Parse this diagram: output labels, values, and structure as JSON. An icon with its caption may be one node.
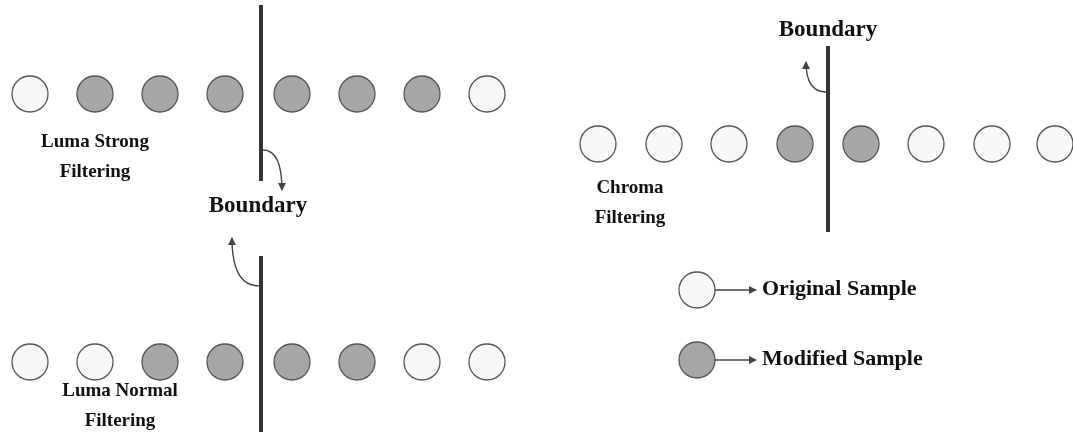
{
  "diagram": {
    "nodes": [
      {
        "text": [
          "Luma Strong Filtering"
        ]
      },
      {
        "text": [],
        "shape": "bar"
      },
      {
        "text": [
          "Boundary"
        ]
      },
      {
        "text": [],
        "shape": "bar"
      },
      {
        "text": [
          "Luma Normal Filtering"
        ]
      },
      {
        "text": [
          "Boundary"
        ]
      },
      {
        "text": [],
        "shape": "bar"
      },
      {
        "text": [
          "Chroma Filtering"
        ]
      }
    ],
    "edges": [
      {
        "from": 1,
        "to": 2,
        "arrow": "to"
      },
      {
        "from": 3,
        "to": 2,
        "arrow": "to"
      },
      {
        "from": 6,
        "to": 5,
        "arrow": "to"
      }
    ],
    "legend": [
      {
        "text": "Original Sample",
        "color": "#f7f7f7"
      },
      {
        "text": "Modified Sample",
        "color": "#a6a6a6"
      }
    ]
  }
}
